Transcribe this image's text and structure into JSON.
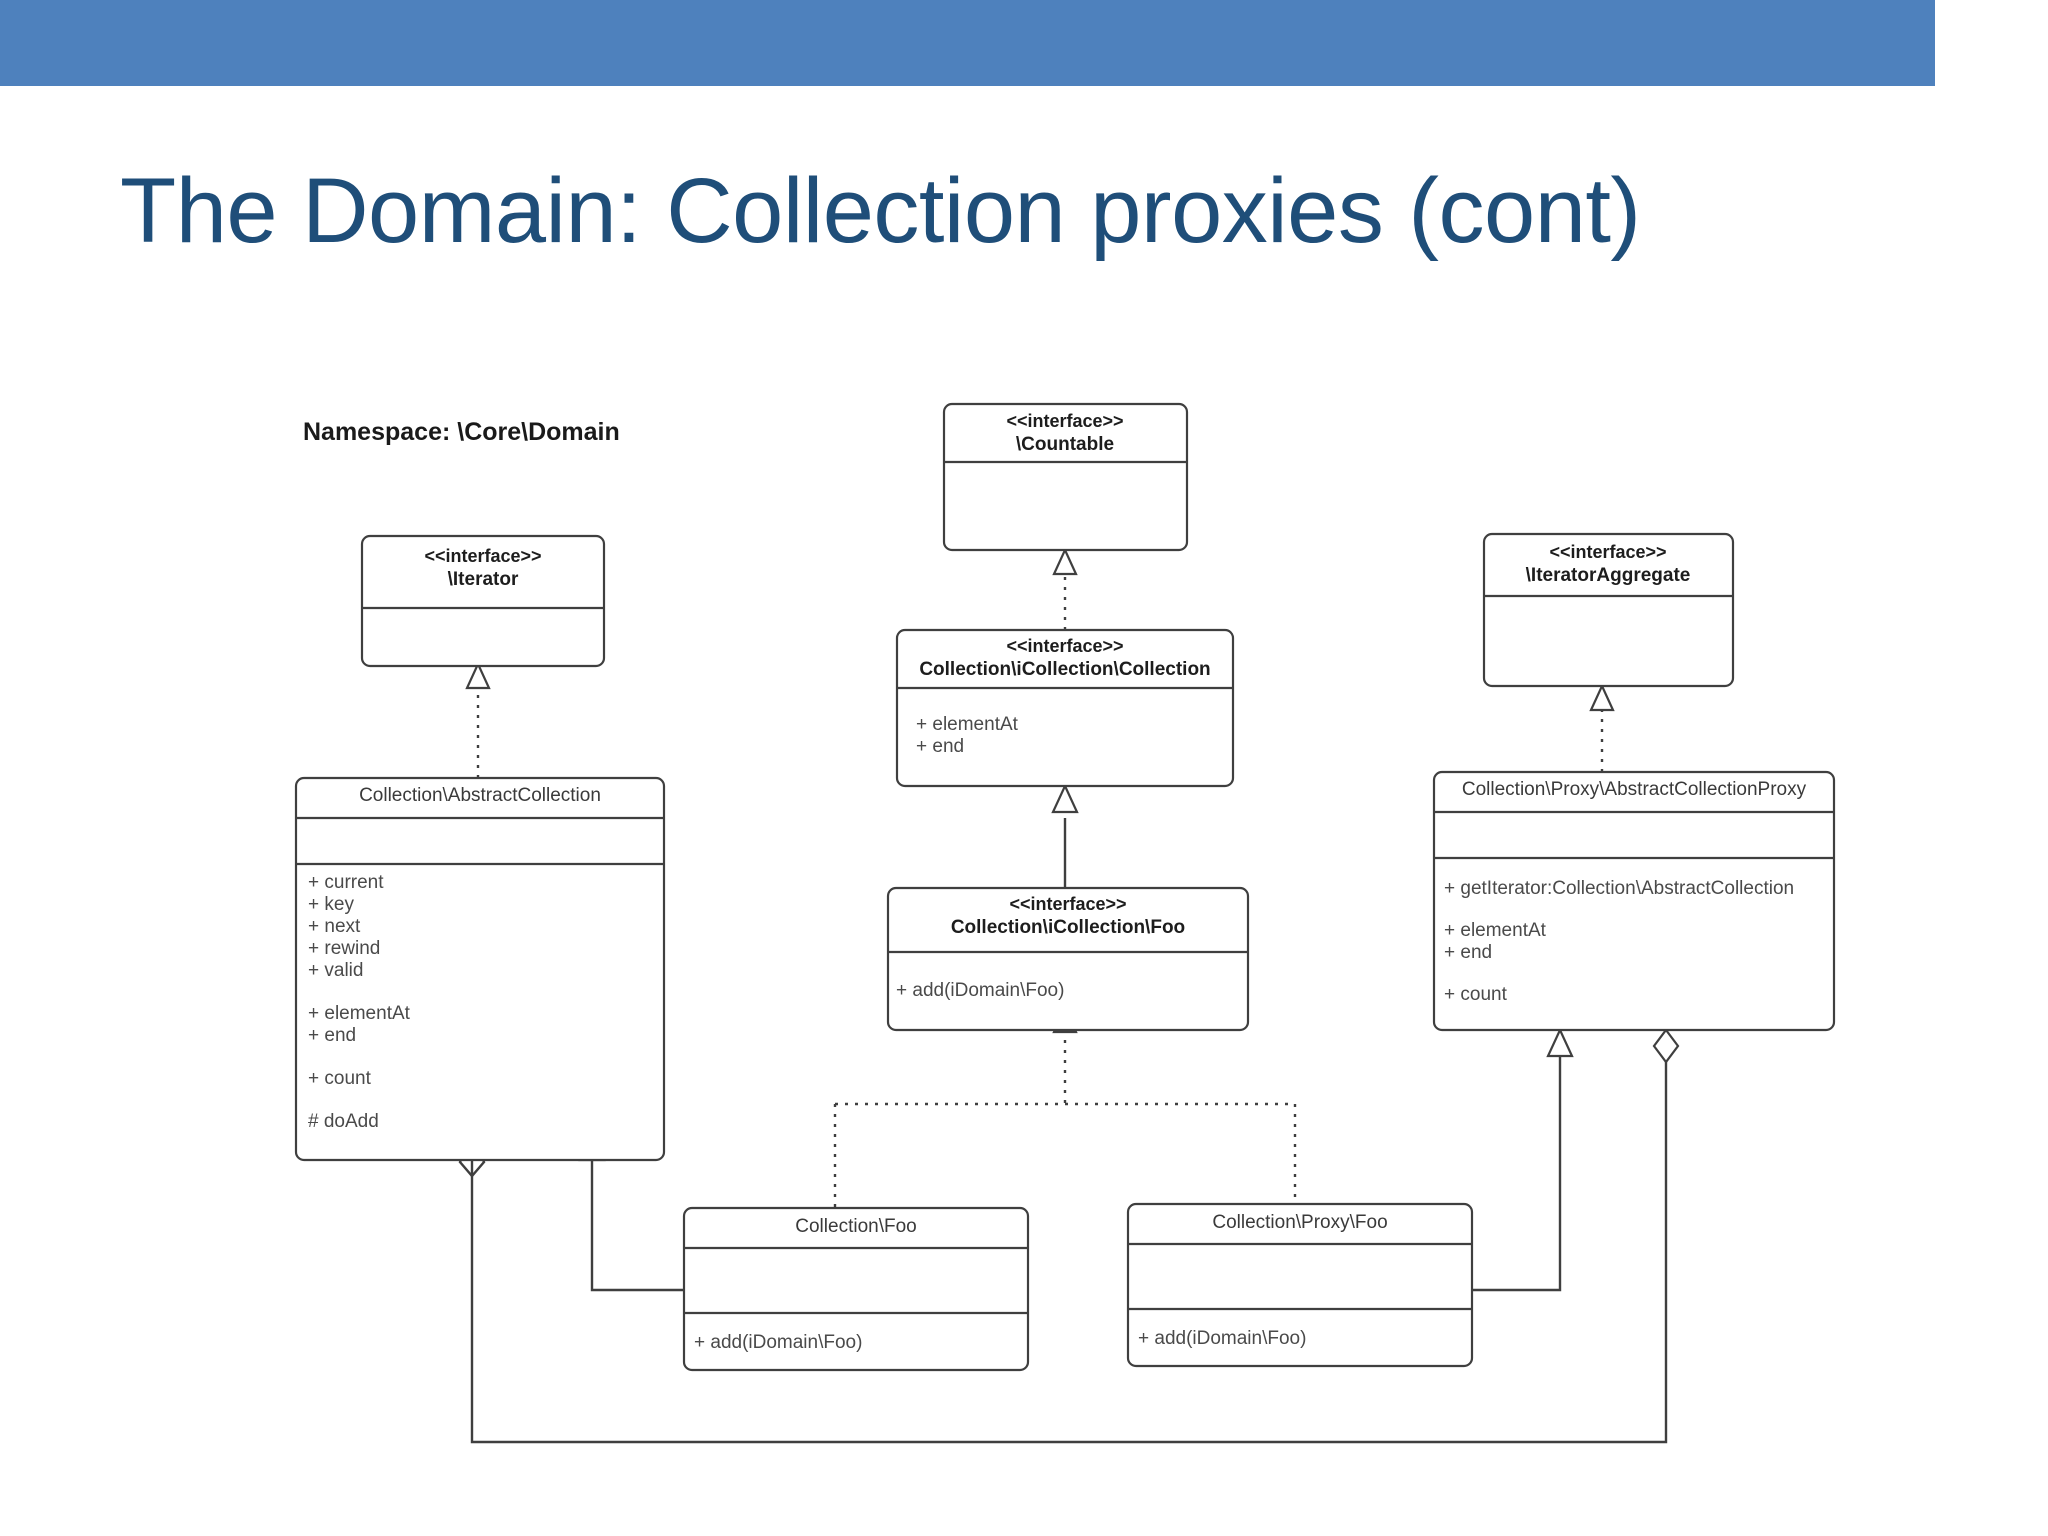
{
  "slide": {
    "title": "The Domain: Collection proxies (cont)",
    "header_color": "#4E81BD",
    "title_color": "#1F4E79",
    "background": "#ffffff"
  },
  "diagram": {
    "namespace_label": "Namespace: \\Core\\Domain",
    "stereotype": "<<interface>>",
    "classes": {
      "iterator": {
        "name": "\\Iterator",
        "stereotype": "<<interface>>",
        "members": []
      },
      "abstract_collection": {
        "name": "Collection\\AbstractCollection",
        "stereotype": "",
        "members": [
          "+ current",
          "+ key",
          "+ next",
          "+ rewind",
          "+ valid",
          "",
          "+ elementAt",
          "+ end",
          "",
          "+ count",
          "",
          "# doAdd"
        ]
      },
      "countable": {
        "name": "\\Countable",
        "stereotype": "<<interface>>",
        "members": []
      },
      "icollection_collection": {
        "name": "Collection\\iCollection\\Collection",
        "stereotype": "<<interface>>",
        "members": [
          "+ elementAt",
          "+ end"
        ]
      },
      "icollection_foo": {
        "name": "Collection\\iCollection\\Foo",
        "stereotype": "<<interface>>",
        "members": [
          "+ add(iDomain\\Foo)"
        ]
      },
      "iterator_aggregate": {
        "name": "\\IteratorAggregate",
        "stereotype": "<<interface>>",
        "members": []
      },
      "abstract_collection_proxy": {
        "name": "Collection\\Proxy\\AbstractCollectionProxy",
        "stereotype": "",
        "members": [
          "+ getIterator:Collection\\AbstractCollection",
          "",
          "+ elementAt",
          "+ end",
          "",
          "+ count"
        ]
      },
      "collection_foo": {
        "name": "Collection\\Foo",
        "stereotype": "",
        "members": [
          "+ add(iDomain\\Foo)"
        ]
      },
      "collection_proxy_foo": {
        "name": "Collection\\Proxy\\Foo",
        "stereotype": "",
        "members": [
          "+ add(iDomain\\Foo)"
        ]
      }
    },
    "relationships": [
      {
        "from": "abstract_collection",
        "to": "iterator",
        "type": "realization"
      },
      {
        "from": "icollection_collection",
        "to": "countable",
        "type": "realization"
      },
      {
        "from": "icollection_foo",
        "to": "icollection_collection",
        "type": "generalization"
      },
      {
        "from": "abstract_collection_proxy",
        "to": "iterator_aggregate",
        "type": "realization"
      },
      {
        "from": "collection_foo",
        "to": "icollection_foo",
        "type": "realization"
      },
      {
        "from": "collection_proxy_foo",
        "to": "icollection_foo",
        "type": "realization"
      },
      {
        "from": "collection_foo",
        "to": "abstract_collection",
        "type": "generalization"
      },
      {
        "from": "collection_proxy_foo",
        "to": "abstract_collection_proxy",
        "type": "generalization"
      },
      {
        "from": "abstract_collection_proxy",
        "to": "abstract_collection",
        "type": "aggregation"
      }
    ],
    "line_color": "#3f3f3f"
  }
}
